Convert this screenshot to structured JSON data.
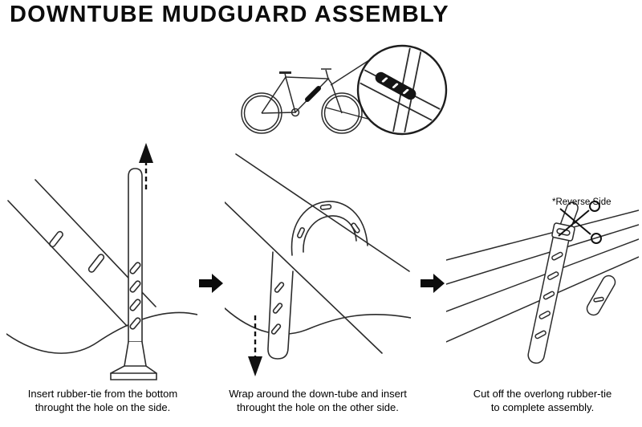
{
  "title": "DOWNTUBE MUDGUARD ASSEMBLY",
  "reverse_side_label": "*Reverse Side",
  "steps": [
    {
      "caption_line1": "Insert rubber-tie from the bottom",
      "caption_line2": "throught the hole on the side."
    },
    {
      "caption_line1": "Wrap around the down-tube and insert",
      "caption_line2": "throught the hole on the other side."
    },
    {
      "caption_line1": "Cut off the overlong rubber-tie",
      "caption_line2": "to complete assembly."
    }
  ],
  "icons": {
    "step_arrow": "solid-right-arrow",
    "insert_arrow": "dashed-up-arrow",
    "wrap_arrow": "dashed-down-arrow",
    "scissors": "scissors",
    "magnifier": "zoom-callout-circle",
    "bicycle": "bicycle-side-view"
  },
  "colors": {
    "ink": "#2b2b2b",
    "black": "#111111",
    "background": "#ffffff"
  }
}
